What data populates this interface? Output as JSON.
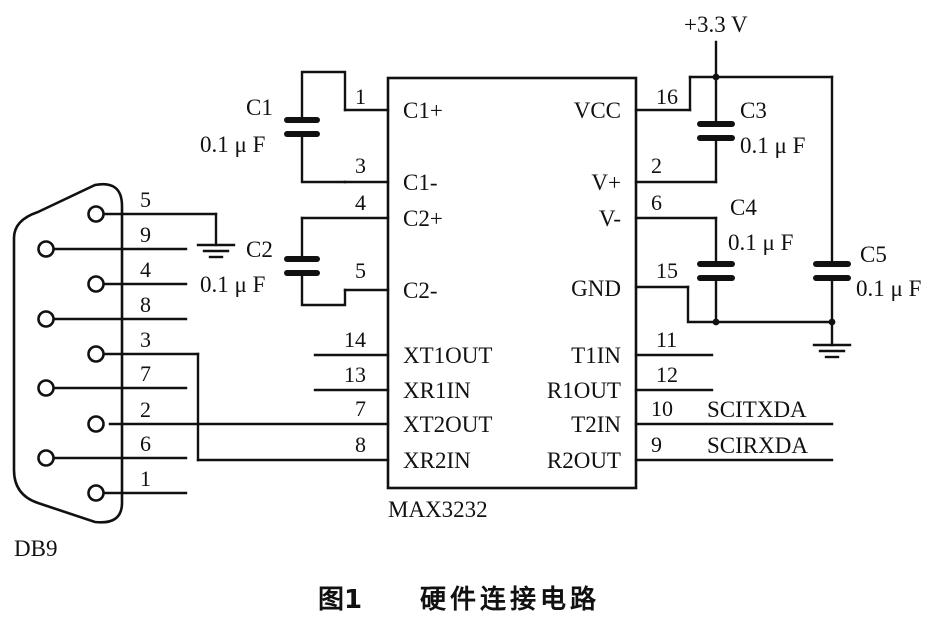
{
  "chip": {
    "name": "MAX3232",
    "left_pins": [
      {
        "num": "1",
        "label": "C1+"
      },
      {
        "num": "3",
        "label": "C1-"
      },
      {
        "num": "4",
        "label": "C2+"
      },
      {
        "num": "5",
        "label": "C2-"
      },
      {
        "num": "14",
        "label": "XT1OUT"
      },
      {
        "num": "13",
        "label": "XR1IN"
      },
      {
        "num": "7",
        "label": "XT2OUT"
      },
      {
        "num": "8",
        "label": "XR2IN"
      }
    ],
    "right_pins": [
      {
        "num": "16",
        "label": "VCC"
      },
      {
        "num": "2",
        "label": "V+"
      },
      {
        "num": "6",
        "label": "V-"
      },
      {
        "num": "15",
        "label": "GND"
      },
      {
        "num": "11",
        "label": "T1IN"
      },
      {
        "num": "12",
        "label": "R1OUT"
      },
      {
        "num": "10",
        "label": "T2IN"
      },
      {
        "num": "9",
        "label": "R2OUT"
      }
    ]
  },
  "signals": {
    "t2in_net": "SCITXDA",
    "r2out_net": "SCIRXDA"
  },
  "power": {
    "supply_label": "+3.3 V"
  },
  "capacitors": [
    {
      "name": "C1",
      "value": "0.1 μ F"
    },
    {
      "name": "C2",
      "value": "0.1 μ F"
    },
    {
      "name": "C3",
      "value": "0.1 μ F"
    },
    {
      "name": "C4",
      "value": "0.1 μ F"
    },
    {
      "name": "C5",
      "value": "0.1 μ F"
    }
  ],
  "connector": {
    "name": "DB9",
    "pins": [
      "5",
      "9",
      "4",
      "8",
      "3",
      "7",
      "2",
      "6",
      "1"
    ]
  },
  "caption": {
    "figure": "图1",
    "title": "硬件连接电路"
  }
}
